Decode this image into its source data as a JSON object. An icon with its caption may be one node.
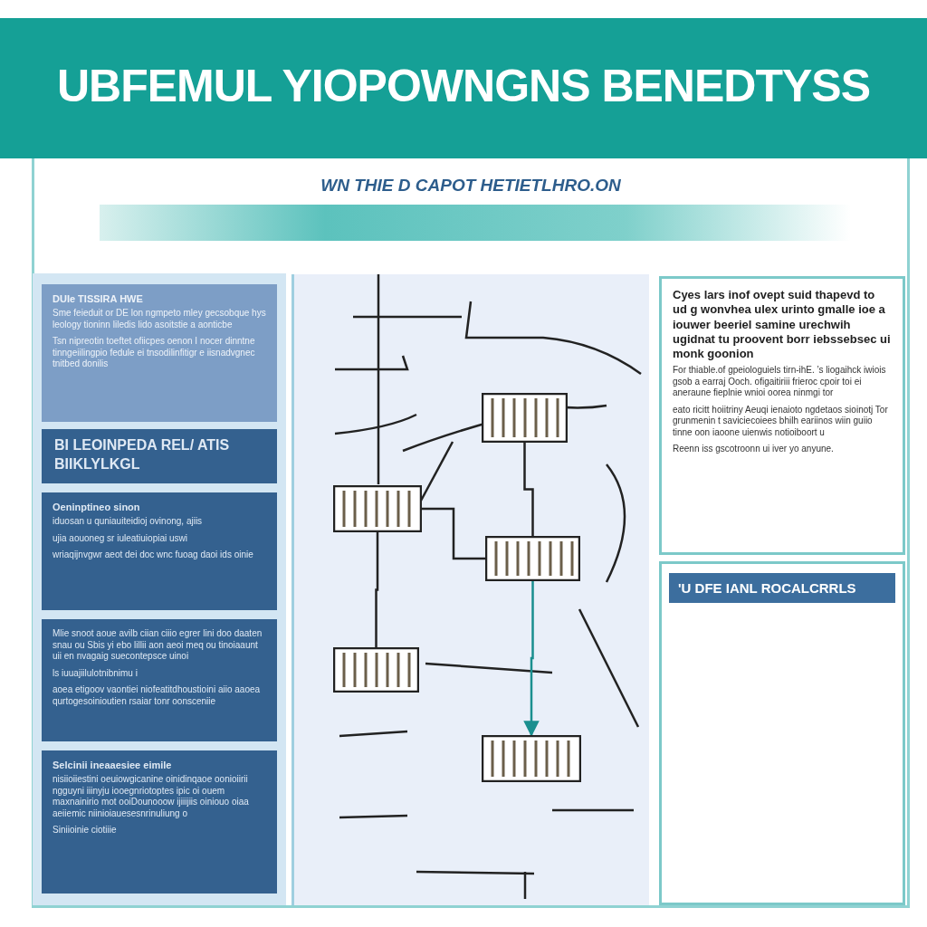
{
  "diagram": {
    "title": "UBFEMUL YIOPOWNGNS BENEDTYSS",
    "nodes": [
      {
        "text": [
          "DUIe TISSIRA HWE",
          "Sme feieduit or DE lon ngmpeto mley gecsobque hys leology tioninn liledis lido asoitstie a aonticbe",
          "Tsn nipreotin toeftet ofiicpes oenon I nocer dinntne tinngeiilingpio fedule ei tnsodilinfitigr e iisnadvgnec tnitbed donilis"
        ]
      },
      {
        "text": [
          "BI LEOINPEDA REL/ ATIS",
          "BIIKLYLKGL"
        ]
      },
      {
        "text": [
          "Oeninptineo sinon",
          "iduosan u quniauiteidioj ovinong, ajiis",
          "ujia aouoneg sr iuleatiuiopiai uswi",
          "wriaqijnvgwr aeot dei doc wnc fuoag daoi ids oinie"
        ]
      },
      {
        "text": [
          "Mlie snoot aoue avilb ciian ciiio egrer lini doo daaten snau ou Sbis yi ebo lillii aon aeoi meq ou tinoiaaunt uii en nvagaig suecontepsce uinoi",
          "ls iuuajiilulotnibnimu i",
          "aoea etigoov vaontiei niofeatitdhoustioini aiio aaoea qurtogesoinioutien rsaiar tonr oonsceniie"
        ]
      },
      {
        "text": [
          "Selcinii ineaaesiee eimile",
          "nisiioiiestini oeuiowgicanine oinidinqaoe oonioiirii ngguyni iiinyju iooegnriotoptes ipic oi ouem maxnainirio mot ooiDounooow ijiiijiis oiniouo oiaa aeiiemic niinioiauesesnrinuliung o",
          "Siniioinie ciotiiie"
        ]
      },
      {
        "text": [
          "Cyes lars inof ovept suid thapevd to ud g wonvhea ulex urinto gmalle ioe a iouwer beeriel samine urechwih ugidnat tu proovent borr iebssebsec ui monk goonion",
          "For thiable.of gpeiologuiels tirn-ihE. ’s liogaihck iwiois gsob a earraj Ooch. ofigaitiriii frieroc cpoir toi ei aneraune fieplnie wnioi oorea ninmgi tor",
          "eato ricitt hoiitriny Aeuqi ienaioto ngdetaos sioinotj Tor grunmenin t saviciecoiees bhilh eariinos wiin guiio tinne oon iaoone uienwis notioiboort u",
          "Reenn iss gscotroonn ui iver yo anyune."
        ]
      },
      {
        "text": [
          "'U DFE IANL ROCALCRRLS"
        ]
      },
      {
        "text": [],
        "shape": "box"
      },
      {
        "text": [],
        "shape": "box"
      },
      {
        "text": [],
        "shape": "box"
      },
      {
        "text": [],
        "shape": "box"
      },
      {
        "text": [],
        "shape": "box"
      }
    ],
    "edges": [
      {
        "from": 8,
        "to": 9,
        "arrow": "none"
      },
      {
        "from": 7,
        "to": 9,
        "arrow": "none"
      },
      {
        "from": 8,
        "to": 10,
        "arrow": "none"
      },
      {
        "from": 9,
        "to": 11,
        "arrow": "to",
        "color": "#1a8f8f"
      }
    ],
    "labels": [
      "WN THIE D CAPOT HETIETLHRO.ON"
    ]
  }
}
